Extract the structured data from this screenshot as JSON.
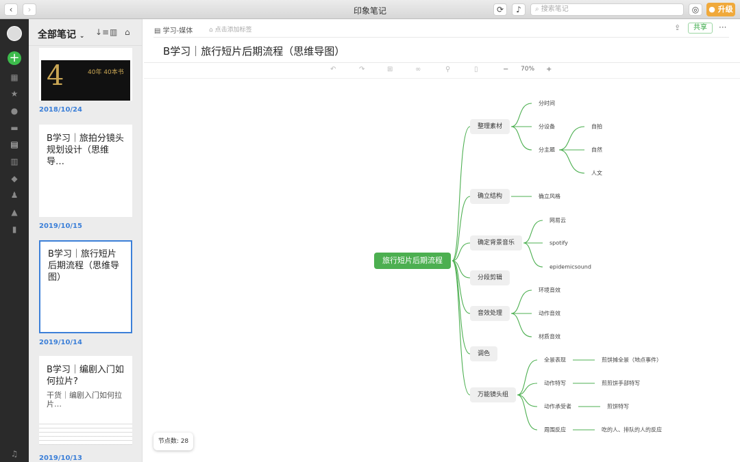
{
  "window": {
    "title": "印象笔记",
    "search_placeholder": "搜索笔记",
    "upgrade": "升级",
    "back": "‹",
    "forward": "›"
  },
  "rail": {
    "icons": [
      "shortcuts-icon",
      "star-icon",
      "check-icon",
      "briefcase-icon",
      "notes-icon",
      "notebook-icon",
      "cube-icon",
      "people-icon",
      "tag-lock-icon",
      "trash-icon"
    ],
    "new": "+"
  },
  "list": {
    "title": "全部笔记",
    "cards": [
      {
        "title": "",
        "date": "2018/10/24",
        "image_text": "40年 40本书"
      },
      {
        "title": "B学习｜旅拍分镜头规划设计（思维导…",
        "date": "2019/10/15"
      },
      {
        "title": "B学习｜旅行短片后期流程（思维导图）",
        "date": "2019/10/14"
      },
      {
        "title": "B学习｜编剧入门如何拉片?",
        "snippet": "干货｜编剧入门如何拉片…",
        "date": "2019/10/13"
      }
    ]
  },
  "note": {
    "notebook": "学习-媒体",
    "tag_placeholder": "点击添加标签",
    "share": "共享",
    "more": "···",
    "title": "B学习｜旅行短片后期流程（思维导图）",
    "zoom": "70%",
    "zoom_minus": "−",
    "zoom_plus": "+"
  },
  "mindmap": {
    "root": "旅行短片后期流程",
    "nodes": {
      "a": "整理素材",
      "a1": "分时间",
      "a2": "分设备",
      "a3": "分主题",
      "a31": "自拍",
      "a32": "自然",
      "a33": "人文",
      "b": "确立结构",
      "b1": "确立风格",
      "c": "确定背景音乐",
      "c1": "网易云",
      "c2": "spotify",
      "c3": "epidemicsound",
      "d": "分段剪辑",
      "e": "音效处理",
      "e1": "环境音效",
      "e2": "动作音效",
      "e3": "材质音效",
      "f": "调色",
      "g": "万能镜头组",
      "g1": "全景表现",
      "g11": "煎饼摊全景（地点事件）",
      "g2": "动作特写",
      "g21": "煎煎饼手部特写",
      "g3": "动作承受者",
      "g31": "煎饼特写",
      "g4": "周围反应",
      "g41": "吃的人、排队的人的反应"
    },
    "color": "#4caf50"
  },
  "status": {
    "node_count": "节点数: 28"
  }
}
